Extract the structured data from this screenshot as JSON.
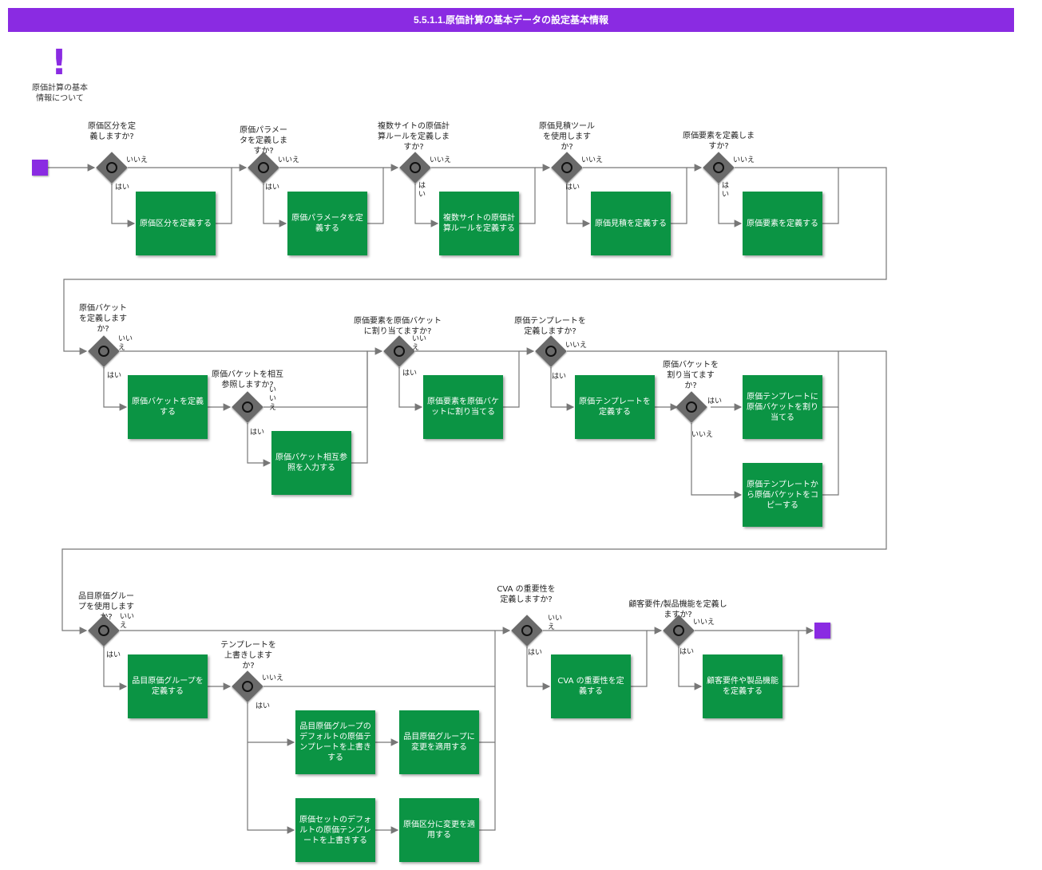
{
  "title": "5.5.1.1.原価計算の基本データの設定基本情報",
  "note": {
    "icon": "exclamation-icon",
    "text": "原価計算の基本情報について"
  },
  "colors": {
    "title_bar": "#8a2be2",
    "task": "#0b9444",
    "event": "#8a2be2",
    "gateway": "#6a6a6a",
    "connector": "#777777"
  },
  "branch_labels": {
    "yes": "はい",
    "no": "いいえ"
  },
  "gateways": [
    "原価区分を定義しますか?",
    "原価パラメータを定義しますか?",
    "複数サイトの原価計算ルールを定義しますか?",
    "原価見積ツールを使用しますか?",
    "原価要素を定義しますか?",
    "原価バケットを定義しますか?",
    "原価バケットを相互参照しますか?",
    "原価要素を原価バケットに割り当てますか?",
    "原価テンプレートを定義しますか?",
    "原価バケットを割り当てますか?",
    "品目原価グループを使用しますか?",
    "テンプレートを上書きしますか?",
    "CVA の重要性を定義しますか?",
    "顧客要件/製品機能を定義しますか?"
  ],
  "tasks": [
    "原価区分を定義する",
    "原価パラメータを定義する",
    "複数サイトの原価計算ルールを定義する",
    "原価見積を定義する",
    "原価要素を定義する",
    "原価バケットを定義する",
    "原価バケット相互参照を入力する",
    "原価要素を原価バケットに割り当てる",
    "原価テンプレートを定義する",
    "原価テンプレートに原価バケットを割り当てる",
    "原価テンプレートから原価バケットをコピーする",
    "品目原価グループを定義する",
    "品目原価グループのデフォルトの原価テンプレートを上書きする",
    "品目原価グループに変更を適用する",
    "原価セットのデフォルトの原価テンプレートを上書きする",
    "原価区分に変更を適用する",
    "CVA の重要性を定義する",
    "顧客要件や製品機能を定義する"
  ]
}
